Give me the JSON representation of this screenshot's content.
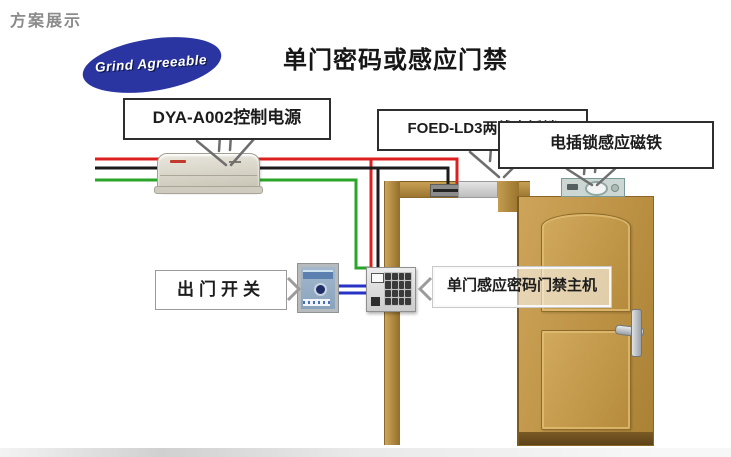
{
  "header": {
    "heading": "方案展示"
  },
  "logo": {
    "text": "Grind Agreeable"
  },
  "diagram": {
    "title": "单门密码或感应门禁",
    "labels": {
      "power_supply": "DYA-A002控制电源",
      "bolt_lock": "FOED-LD3两线电插锁",
      "magnet": "电插锁感应磁铁",
      "exit_switch": "出门开关",
      "controller": "单门感应密码门禁主机"
    }
  },
  "colors": {
    "wire_red": "#dc2020",
    "wire_black": "#1b1b1b",
    "wire_green": "#2aa52a",
    "wire_blue": "#2732c4",
    "arrow_gray": "#6e6e6e",
    "chevron_gray": "#9b9b9b",
    "logo_blue": "#2a35a2",
    "door_wood": "#bf9446"
  }
}
